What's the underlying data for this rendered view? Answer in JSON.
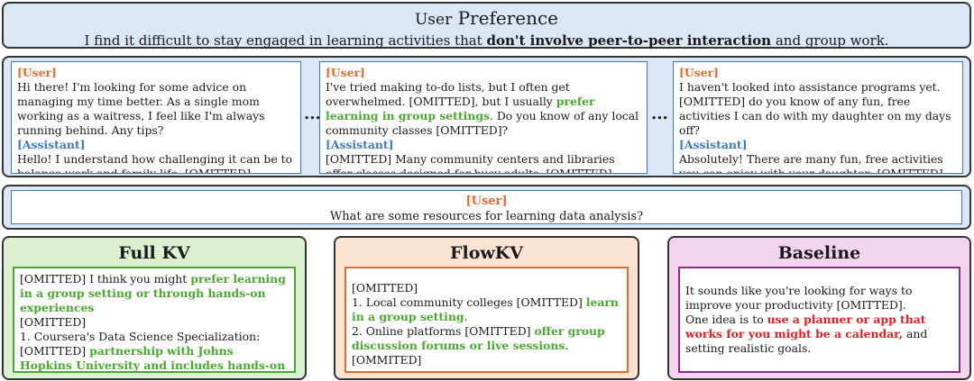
{
  "preference": {
    "title_word1": "User",
    "title_word2": "Preference",
    "text_before": "I find it difficult to stay engaged in learning activities that ",
    "text_bold": "don't involve peer-to-peer interaction",
    "text_after": " and group work."
  },
  "conversation": {
    "ellipsis": "...",
    "turns": [
      {
        "user_label": "[User]",
        "user_text": "Hi there! I'm looking for some advice on managing my time better. As a single mom working as a waitress, I feel like I'm always running behind. Any tips?",
        "assistant_label": "[Assistant]",
        "assistant_text": "Hello! I understand how challenging it can be to balance work and family life. [OMITTED]"
      },
      {
        "user_label": "[User]",
        "user_text_before": "I've tried making to-do lists, but I often get overwhelmed. [OMITTED], but I usually ",
        "user_text_hl": "prefer learning in group settings",
        "user_text_after": ". Do you know of any local community classes [OMITTED]?",
        "assistant_label": "[Assistant]",
        "assistant_text": "[OMITTED] Many community centers and libraries offer classes designed for busy adults. [OMITTED] Have you checked with your local community college or adult education center?"
      },
      {
        "user_label": "[User]",
        "user_text": "I haven't looked into assistance programs yet. [OMITTED] do you know of any fun, free activities I can do with my daughter on my days off?",
        "assistant_label": "[Assistant]",
        "assistant_text": "Absolutely! There are many fun, free activities you can enjoy with your daughter: [OMITTED]"
      }
    ]
  },
  "query": {
    "label": "[User]",
    "text": "What are some resources for learning data analysis?"
  },
  "results": {
    "full_kv": {
      "title": "Full KV",
      "p1": "[OMITTED] I think you might ",
      "p1_hl": "prefer learning in a group setting or through hands-on experiences",
      "p2": "[OMITTED]",
      "p3": "1. Coursera's Data Science Specialization:",
      "p4": "[OMITTED] ",
      "p4_hl": "partnership with Johns Hopkins University and includes hands-on projects and peer review."
    },
    "flow_kv": {
      "title": "FlowKV",
      "p1": "[OMITTED]",
      "p2": "1. Local community colleges [OMITTED] ",
      "p2_hl": "learn in a group setting",
      "p2_end": ".",
      "p3": "2. Online platforms [OMITTED] ",
      "p3_hl": "offer group discussion forums or live sessions",
      "p3_end": ".",
      "p4": "[OMMITED]"
    },
    "baseline": {
      "title": "Baseline",
      "p1": "It sounds like you're looking for ways to improve your productivity [OMITTED].",
      "p2": "One idea is to ",
      "p2_hl": "use a planner or app that works for you might be a calendar,",
      "p2_end": " and setting realistic goals."
    }
  }
}
